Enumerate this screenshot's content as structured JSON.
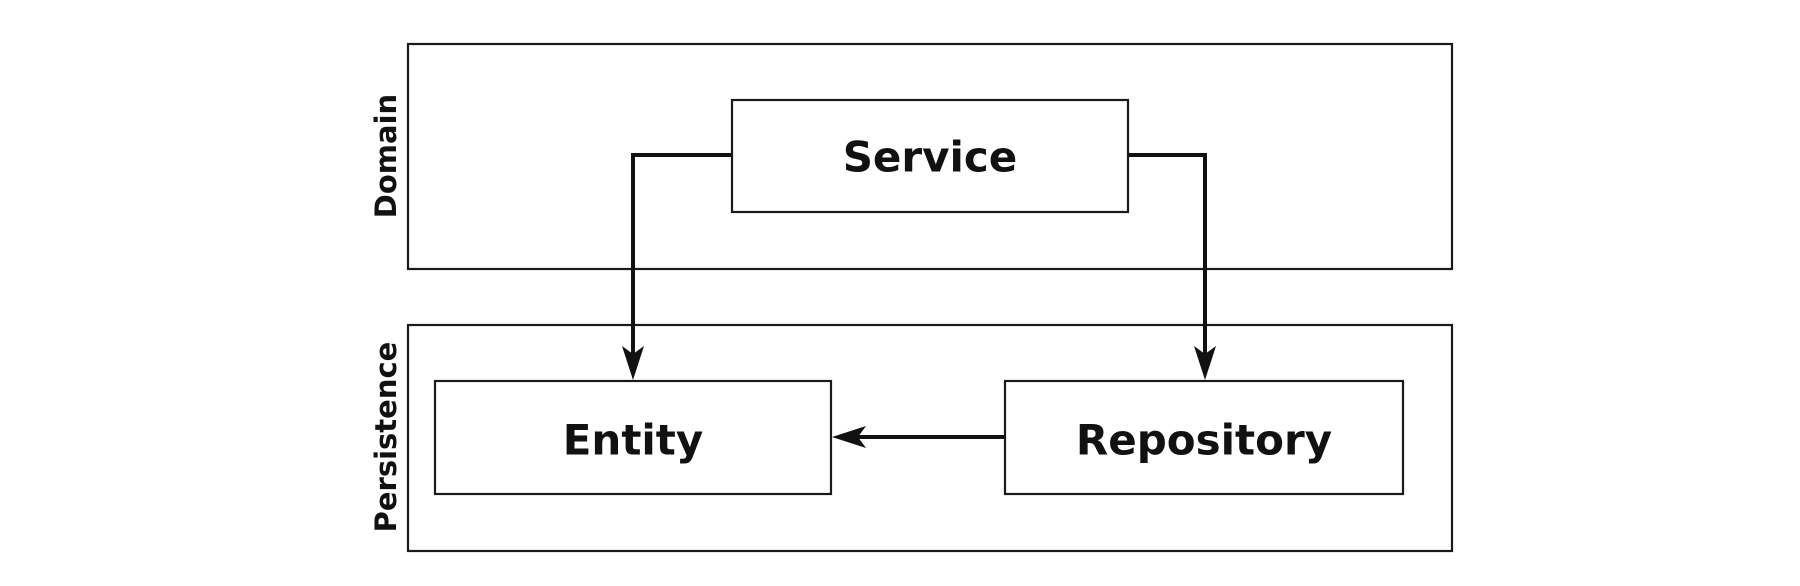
{
  "layers": {
    "domain": {
      "label": "Domain"
    },
    "persistence": {
      "label": "Persistence"
    }
  },
  "nodes": {
    "service": {
      "label": "Service"
    },
    "entity": {
      "label": "Entity"
    },
    "repository": {
      "label": "Repository"
    }
  },
  "edges": [
    {
      "from": "service",
      "to": "entity"
    },
    {
      "from": "service",
      "to": "repository"
    },
    {
      "from": "repository",
      "to": "entity"
    }
  ]
}
